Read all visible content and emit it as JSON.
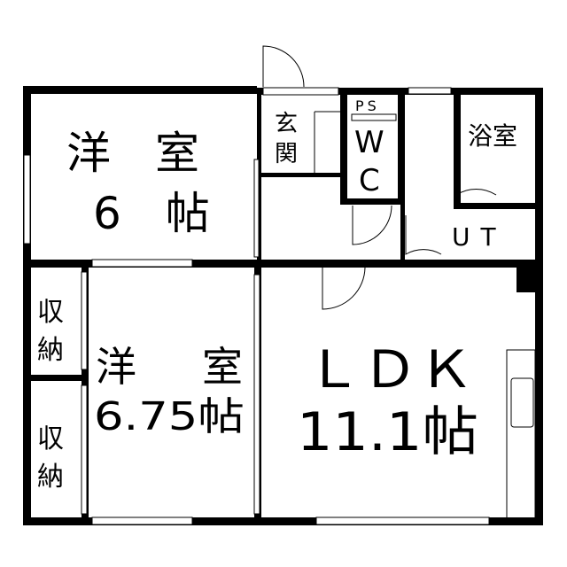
{
  "rooms": {
    "western1": {
      "line1": "洋　室",
      "line2": "6　帖"
    },
    "western2": {
      "line1a": "洋",
      "line1b": "室",
      "line2": "6.75帖"
    },
    "ldk": {
      "line1": "ＬＤＫ",
      "line2": "11.1帖"
    },
    "entrance": {
      "c1": "玄",
      "c2": "関"
    },
    "ps": "PS",
    "wc": {
      "c1": "W",
      "c2": "C"
    },
    "bath": "浴室",
    "ut": "UT",
    "storage1": {
      "c1": "収",
      "c2": "納"
    },
    "storage2": {
      "c1": "収",
      "c2": "納"
    }
  },
  "colors": {
    "wall": "#000000",
    "background": "#ffffff"
  }
}
